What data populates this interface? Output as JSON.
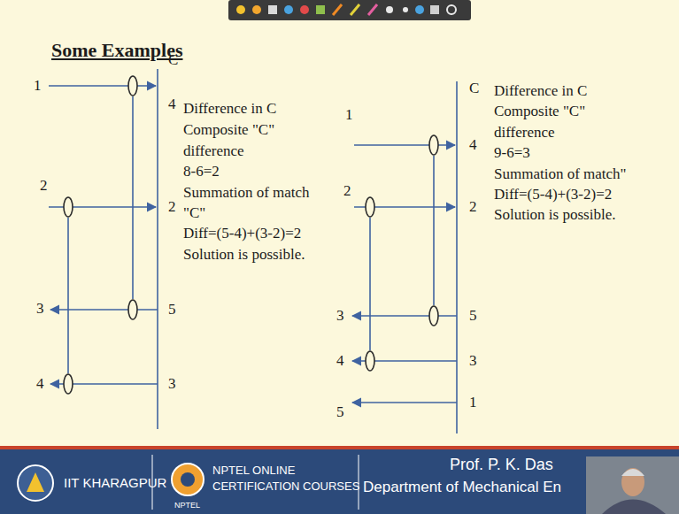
{
  "diagram": {
    "title": "Some Examples",
    "labels": [
      "C",
      "Difference in C",
      "1",
      "4",
      "Composite \"C\"",
      "difference",
      "8-6=2",
      "2",
      "2",
      "Summation of match",
      "\"C\"",
      "Diff=(5-4)+(3-2)=2",
      "Solution is possible.",
      "3",
      "5",
      "4",
      "3",
      "C",
      "Difference in C",
      "Composite \"C\"",
      "1",
      "4",
      "difference",
      "9-6=3",
      "Summation of match\"",
      "2",
      "2",
      "Diff=(5-4)+(3-2)=2",
      "Solution is possible.",
      "3",
      "5",
      "4",
      "3",
      "5",
      "1",
      "IIT KHARAGPUR",
      "NPTEL ONLINE",
      "CERTIFICATION COURSES",
      "NPTEL",
      "Prof. P. K. Das",
      "Department of Mechanical En"
    ]
  }
}
